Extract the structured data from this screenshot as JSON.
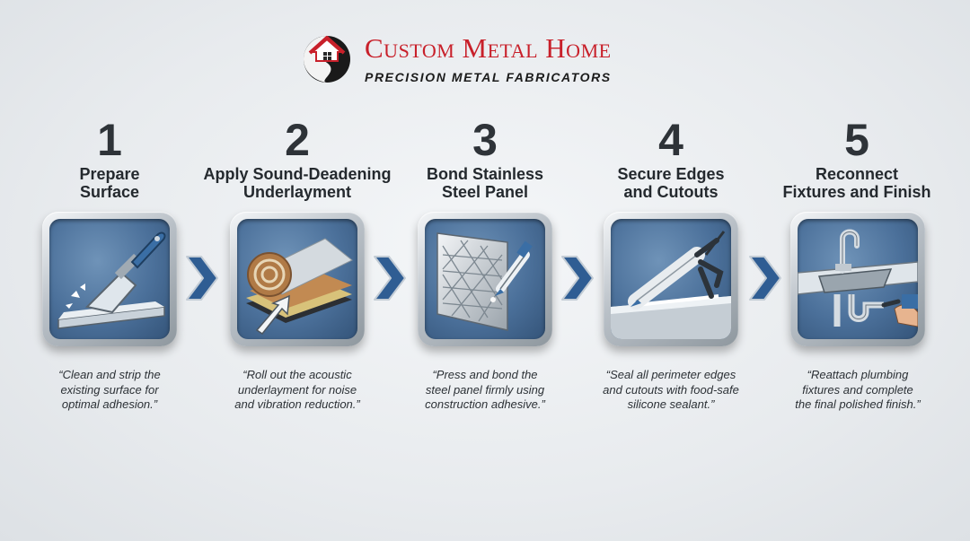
{
  "brand": {
    "name": "Custom Metal Home",
    "tagline": "PRECISION METAL FABRICATORS",
    "primary_color": "#c8202a"
  },
  "steps": [
    {
      "number": "1",
      "title": "Prepare\nSurface",
      "caption": "“Clean and strip the\nexisting surface for\noptimal adhesion.”",
      "icon": "putty-knife-icon"
    },
    {
      "number": "2",
      "title": "Apply Sound-Deadening\nUnderlayment",
      "caption": "“Roll out the acoustic\nunderlayment for noise\nand vibration reduction.”",
      "icon": "underlayment-roll-icon"
    },
    {
      "number": "3",
      "title": "Bond Stainless\nSteel Panel",
      "caption": "“Press and bond the\nsteel panel firmly using\nconstruction adhesive.”",
      "icon": "adhesive-panel-icon"
    },
    {
      "number": "4",
      "title": "Secure Edges\nand Cutouts",
      "caption": "“Seal all perimeter edges\nand cutouts with food-safe\nsilicone sealant.”",
      "icon": "caulk-gun-icon"
    },
    {
      "number": "5",
      "title": "Reconnect\nFixtures and Finish",
      "caption": "“Reattach plumbing\nfixtures and complete\nthe final polished finish.”",
      "icon": "sink-faucet-icon"
    }
  ],
  "colors": {
    "tile_blue": "#4b709a",
    "arrow_blue": "#2f5d93",
    "text_dark": "#24292e"
  }
}
